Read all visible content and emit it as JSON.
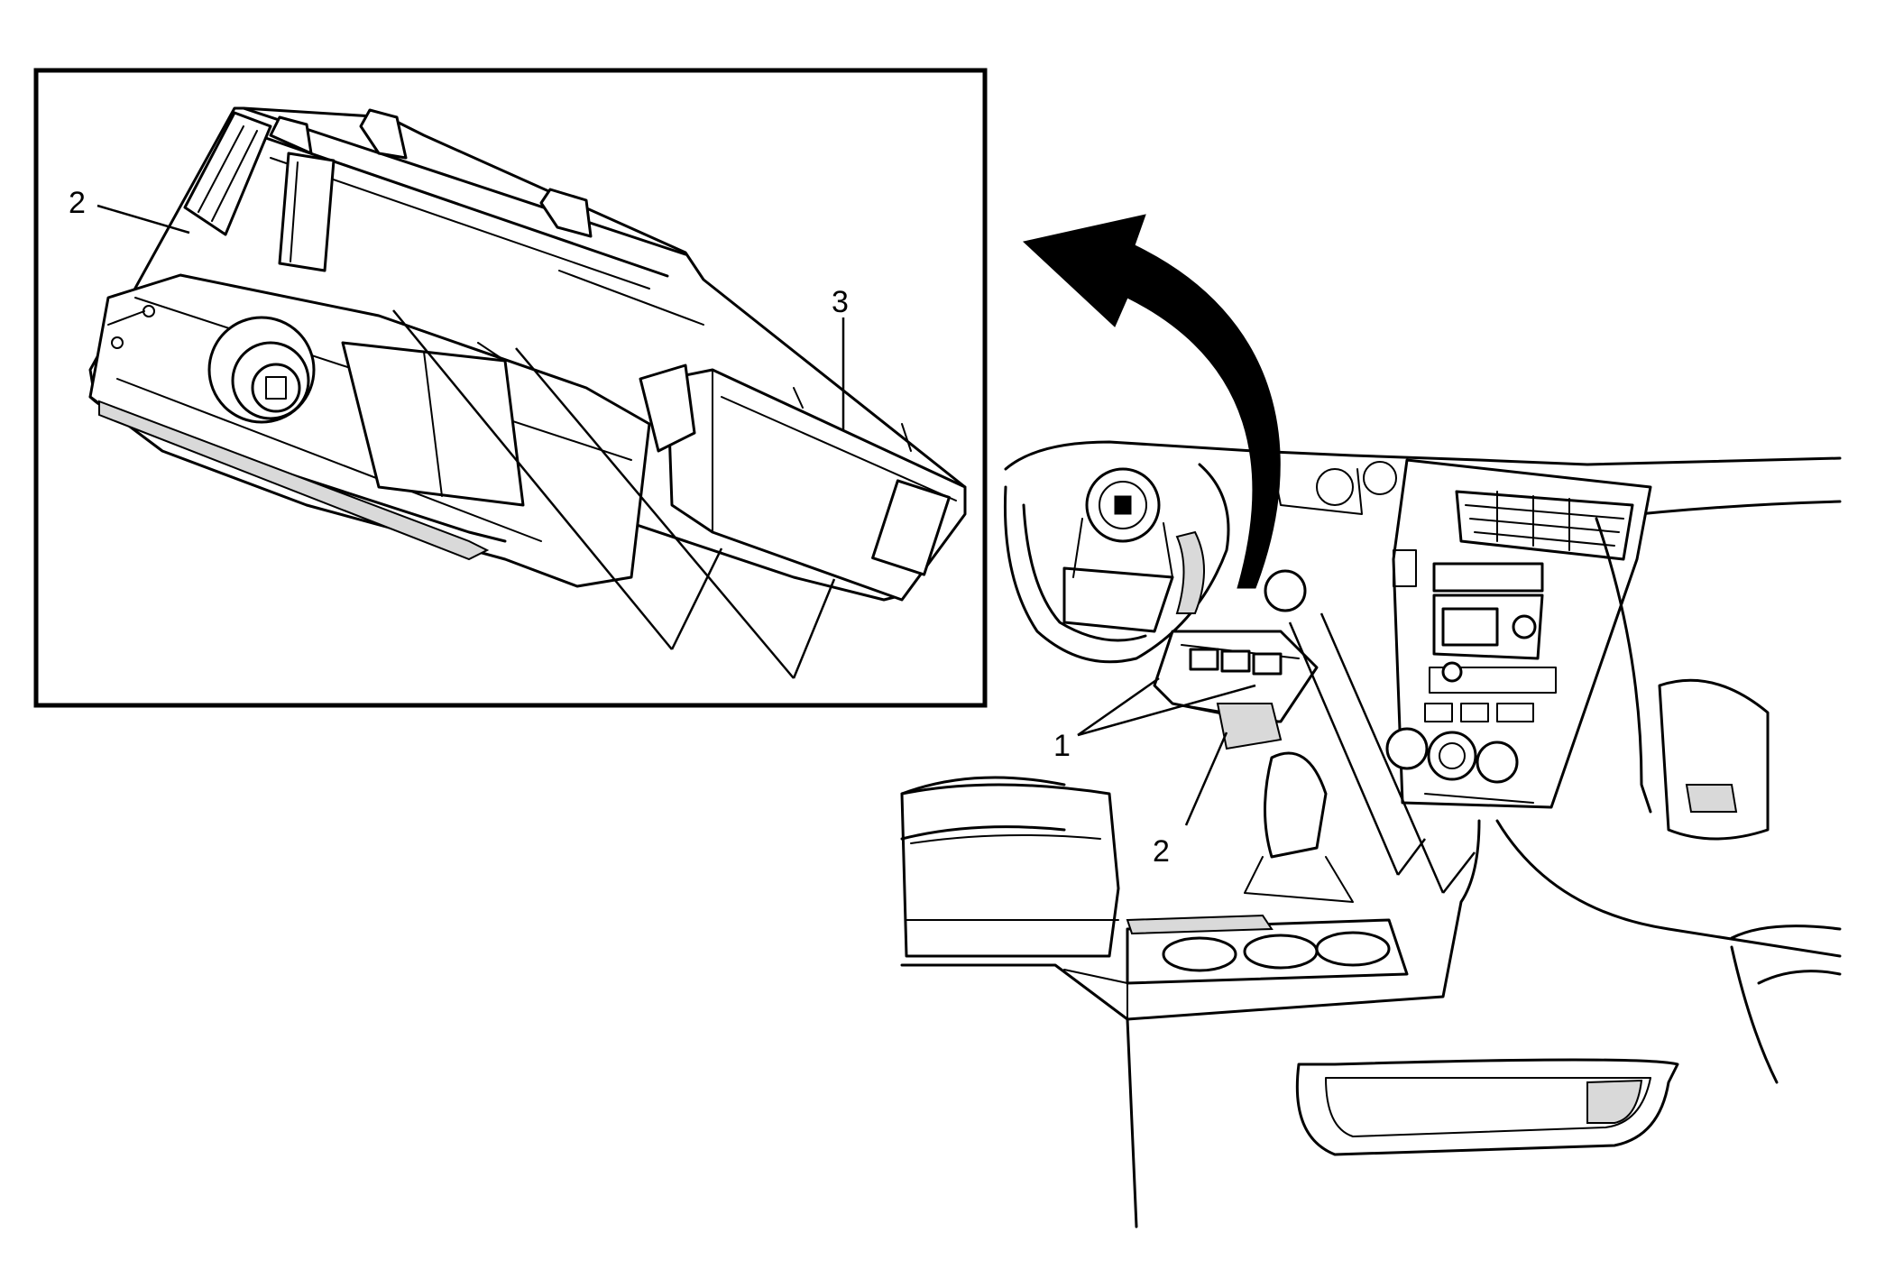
{
  "callouts": {
    "inset_2": "2",
    "inset_3": "3",
    "main_1": "1",
    "main_2": "2"
  }
}
